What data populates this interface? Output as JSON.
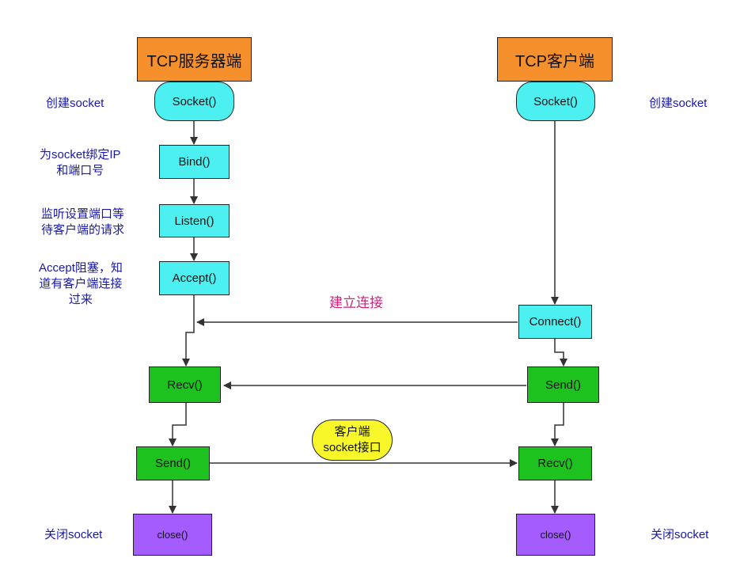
{
  "server": {
    "title": "TCP服务器端",
    "socket": "Socket()",
    "bind": "Bind()",
    "listen": "Listen()",
    "accept": "Accept()",
    "recv": "Recv()",
    "send": "Send()",
    "close": "close()"
  },
  "client": {
    "title": "TCP客户端",
    "socket": "Socket()",
    "connect": "Connect()",
    "send": "Send()",
    "recv": "Recv()",
    "close": "close()"
  },
  "notes": {
    "server_create": "创建socket",
    "bind_line1": "为socket绑定IP",
    "bind_line2": "和端口号",
    "listen_line1": "监听设置端口等",
    "listen_line2": "待客户端的请求",
    "accept_line1": "Accept阻塞，知",
    "accept_line2": "道有客户端连接",
    "accept_line3": "过来",
    "server_close": "关闭socket",
    "client_create": "创建socket",
    "client_close": "关闭socket"
  },
  "connection_label": "建立连接",
  "bubble": {
    "line1": "客户端",
    "line2": "socket接口"
  },
  "colors": {
    "header": "#f5902c",
    "cyan": "#4df0f0",
    "green": "#1ec21e",
    "purple": "#a45cff",
    "bubble": "#f7f72a",
    "note_text": "#1a1aa8",
    "connection_text": "#d0207a"
  }
}
